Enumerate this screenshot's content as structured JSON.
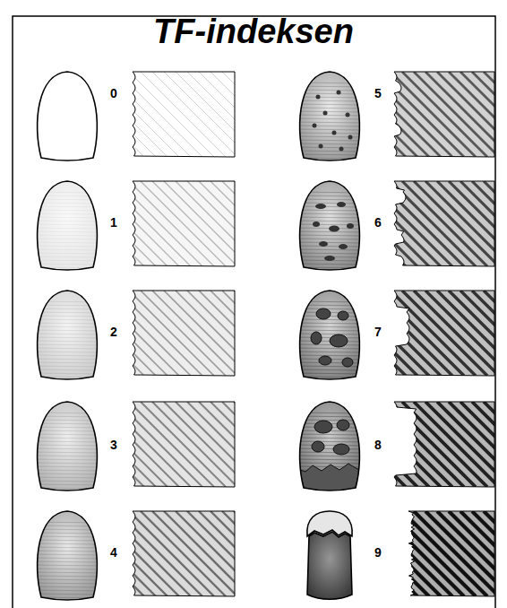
{
  "diagram": {
    "title": "TF-indeksen",
    "labels": [
      "0",
      "5",
      "1",
      "6",
      "2",
      "7",
      "3",
      "8",
      "4",
      "9"
    ]
  }
}
